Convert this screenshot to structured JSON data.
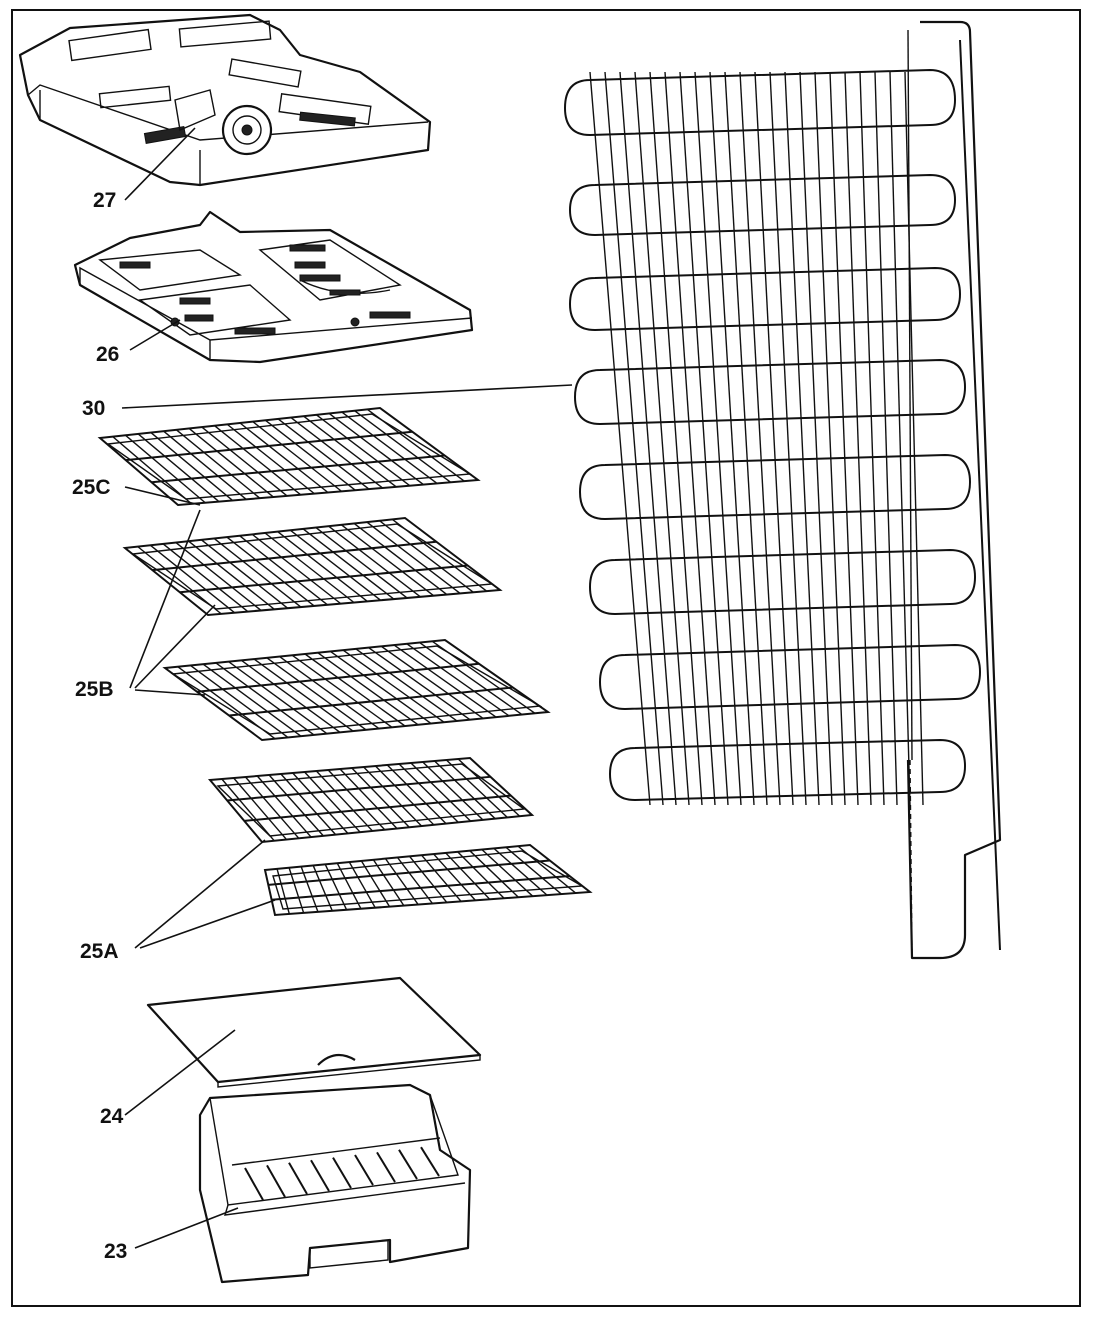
{
  "diagram": {
    "parts": [
      {
        "id": "27",
        "label": "27",
        "shape": "top-cover-with-fan"
      },
      {
        "id": "26",
        "label": "26",
        "shape": "evaporator-cover-plate"
      },
      {
        "id": "30",
        "label": "30",
        "shape": "evaporator-coil"
      },
      {
        "id": "25C",
        "label": "25C",
        "shape": "wire-shelf"
      },
      {
        "id": "25B",
        "label": "25B",
        "shape": "wire-shelf-pair"
      },
      {
        "id": "25A",
        "label": "25A",
        "shape": "wire-shelf-pair"
      },
      {
        "id": "24",
        "label": "24",
        "shape": "flat-cover"
      },
      {
        "id": "23",
        "label": "23",
        "shape": "basket-bin"
      }
    ],
    "colors": {
      "ink": "#111111",
      "background": "#ffffff"
    }
  }
}
